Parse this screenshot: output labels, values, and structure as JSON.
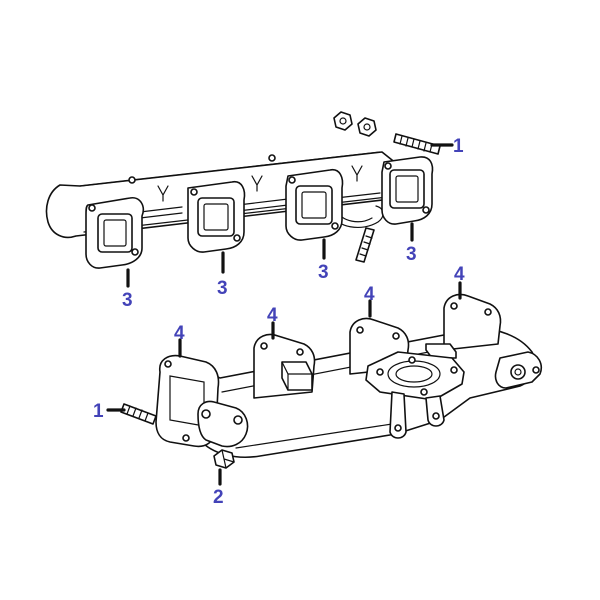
{
  "diagram": {
    "callout_color": "#4343b8",
    "line_color": "#111111",
    "callouts": {
      "stud_top": "1",
      "stud_bottom": "1",
      "nut_bottom": "2",
      "gasket_1": "3",
      "gasket_2": "3",
      "gasket_3": "3",
      "gasket_4": "3",
      "flange_1": "4",
      "flange_2": "4",
      "flange_3": "4",
      "flange_4": "4"
    }
  }
}
